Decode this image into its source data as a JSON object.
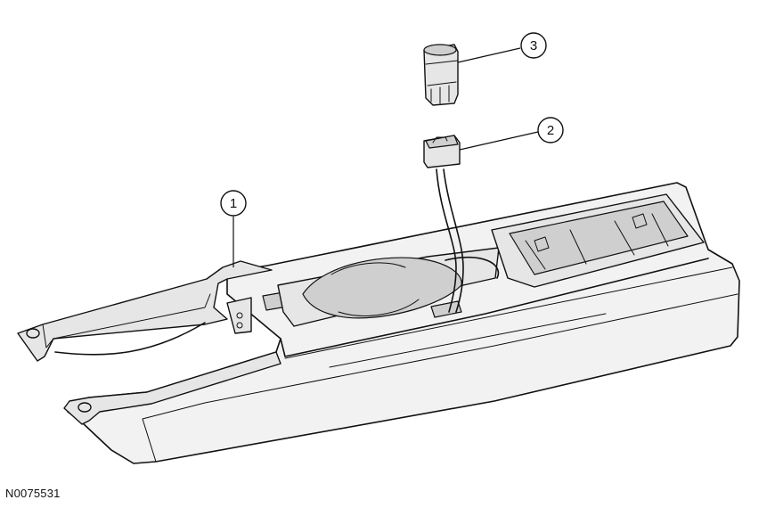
{
  "figure_id": "N0075531",
  "callouts": [
    {
      "label": "1",
      "part": "console"
    },
    {
      "label": "2",
      "part": "connector"
    },
    {
      "label": "3",
      "part": "socket"
    }
  ]
}
